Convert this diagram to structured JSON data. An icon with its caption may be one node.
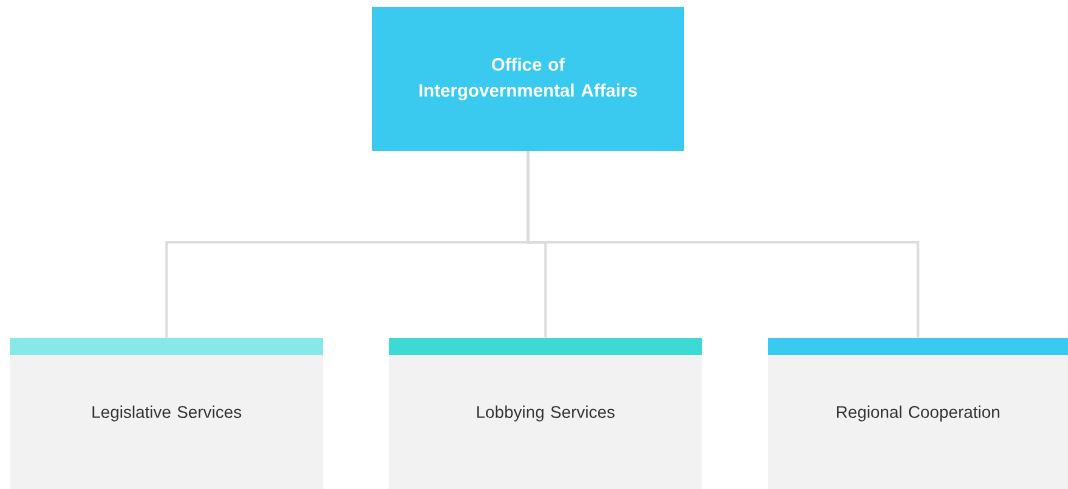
{
  "diagram": {
    "nodes": [
      {
        "text": [
          "Office of Intergovernmental Affairs"
        ]
      },
      {
        "text": [
          "Legislative Services"
        ]
      },
      {
        "text": [
          "Lobbying Services"
        ]
      },
      {
        "text": [
          "Regional Cooperation"
        ]
      }
    ],
    "edges": [
      {
        "from": 0,
        "to": 1,
        "arrow": "none"
      },
      {
        "from": 0,
        "to": 2,
        "arrow": "none"
      },
      {
        "from": 0,
        "to": 3,
        "arrow": "none"
      }
    ]
  }
}
